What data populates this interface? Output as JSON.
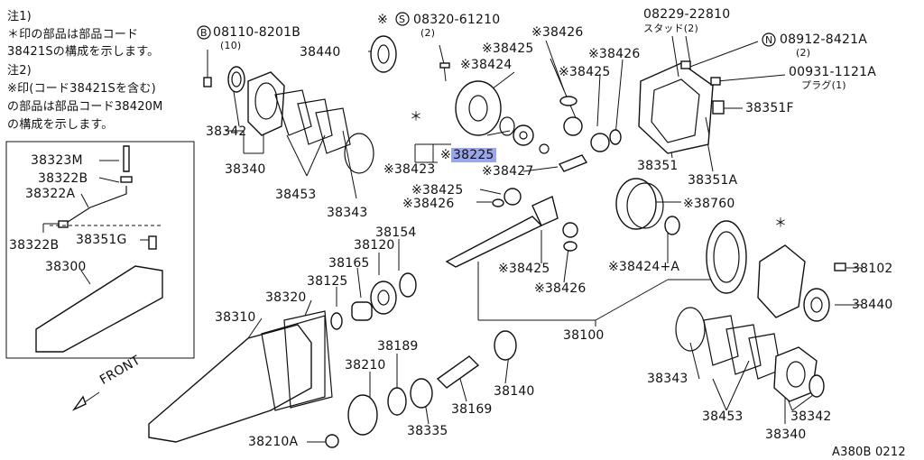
{
  "notes": {
    "note1_title": "注1)",
    "note1_line1": "＊印の部品は部品コード",
    "note1_line2": "38421Sの構成を示します。",
    "note2_title": "注2)",
    "note2_line1": "※印(コード38421Sを含む)",
    "note2_line2": "の部品は部品コード38420M",
    "note2_line3": "の構成を示します。"
  },
  "labels": {
    "p08110_8201B": "08110-8201B",
    "p08110_qty": "(10)",
    "p08320_61210": "08320-61210",
    "p08320_qty": "(2)",
    "p08229_22810": "08229-22810",
    "stud_qty": "スタッド(2)",
    "p08912_8421A": "08912-8421A",
    "p08912_qty": "(2)",
    "p00931_1121A": "00931-1121A",
    "plug_qty": "プラグ(1)",
    "p38440_top": "38440",
    "p38426_a": "※38426",
    "p38425_a": "※38425",
    "p38424": "※38424",
    "p38425_b": "※38425",
    "p38426_b": "※38426",
    "p38351F": "38351F",
    "p38342_left": "38342",
    "p38340_left": "38340",
    "p38453_left": "38453",
    "p38343_left": "38343",
    "p38225": "38225",
    "p38423": "※38423",
    "p38427": "※38427",
    "p38351": "38351",
    "p38351A": "38351A",
    "p38425_c": "※38425",
    "p38426_c": "※38426",
    "p38760": "※38760",
    "p38323M": "38323M",
    "p38322B_top": "38322B",
    "p38322A": "38322A",
    "p38322B_bot": "38322B",
    "p38351G": "38351G",
    "p38300": "38300",
    "p38154": "38154",
    "p38120": "38120",
    "p38165": "38165",
    "p38125": "38125",
    "p38425_d": "※38425",
    "p38424A": "※38424+A",
    "p38426_d": "※38426",
    "p38102": "38102",
    "p38440_right": "38440",
    "p38320": "38320",
    "p38310": "38310",
    "p38100": "38100",
    "p38189": "38189",
    "p38210": "38210",
    "p38140": "38140",
    "p38169": "38169",
    "p38335": "38335",
    "p38210A": "38210A",
    "p38343_right": "38343",
    "p38453_right": "38453",
    "p38342_right": "38342",
    "p38340_right": "38340",
    "front": "FRONT",
    "asterisk_1": "＊",
    "asterisk_2": "＊",
    "circle_B": "B",
    "circle_S": "S",
    "circle_N": "N",
    "diagram_code": "A380B 0212"
  }
}
